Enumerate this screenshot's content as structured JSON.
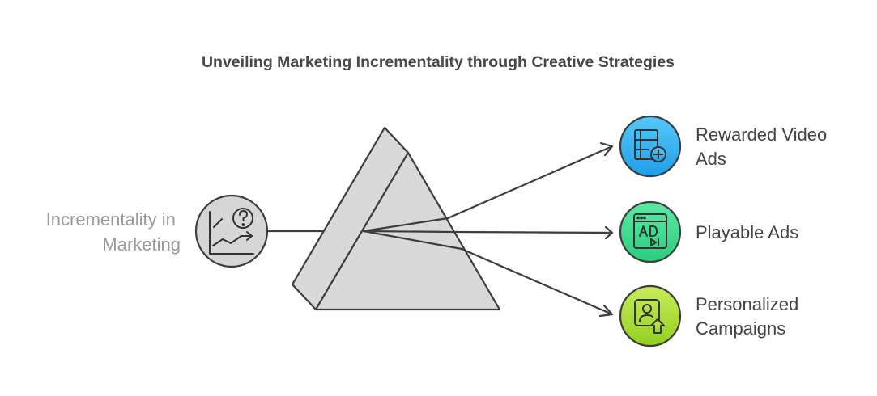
{
  "title": "Unveiling Marketing Incrementality through Creative Strategies",
  "input": {
    "label_lines": [
      "Incrementality in",
      "Marketing"
    ],
    "icon": "chart-question-icon",
    "color": "#d6d6d6"
  },
  "outputs": [
    {
      "label_lines": [
        "Rewarded Video",
        "Ads"
      ],
      "icon": "film-plus-icon",
      "color_top": "#54c8f7",
      "color_bottom": "#1f9fea"
    },
    {
      "label_lines": [
        "Playable Ads"
      ],
      "icon": "play-window-icon",
      "color_top": "#5fe8a3",
      "color_bottom": "#2ccc7f"
    },
    {
      "label_lines": [
        "Personalized",
        "Campaigns"
      ],
      "icon": "person-upload-icon",
      "color_top": "#c8ec5a",
      "color_bottom": "#94cf22"
    }
  ],
  "colors": {
    "prism_fill": "#d9d9d9",
    "line": "#3d3d3d",
    "title_text": "#484848",
    "output_text": "#444444",
    "input_text": "#9a9a9a"
  }
}
